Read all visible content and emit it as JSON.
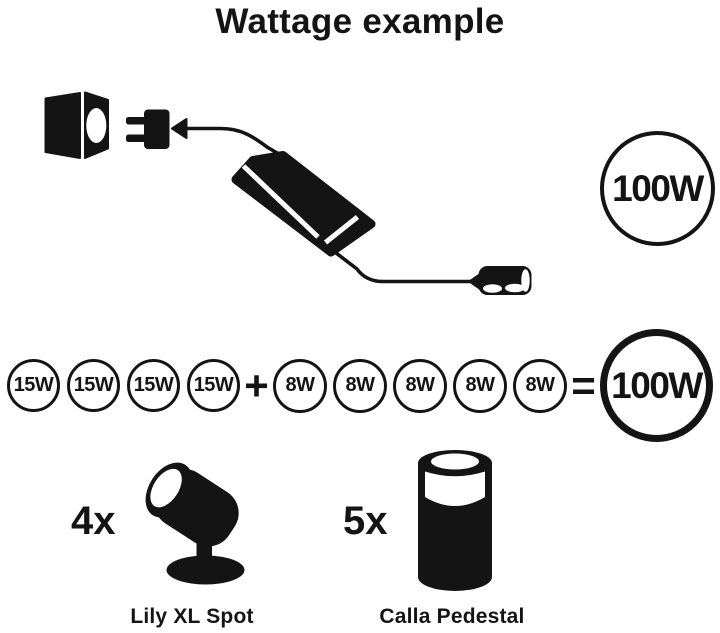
{
  "title": "Wattage example",
  "colors": {
    "ink": "#141414",
    "background": "#ffffff"
  },
  "power_supply": {
    "capacity_label": "100W",
    "icons": [
      "wall-socket-icon",
      "power-plug-icon",
      "power-adapter-icon",
      "low-voltage-connector-icon"
    ]
  },
  "equation": {
    "spot_wattages": [
      "15W",
      "15W",
      "15W",
      "15W"
    ],
    "plus_sign": "+",
    "pedestal_wattages": [
      "8W",
      "8W",
      "8W",
      "8W",
      "8W"
    ],
    "equals_sign": "=",
    "total_label": "100W"
  },
  "products": [
    {
      "quantity": "4x",
      "name": "Lily XL Spot",
      "icon": "spotlight-icon"
    },
    {
      "quantity": "5x",
      "name": "Calla Pedestal",
      "icon": "pedestal-icon"
    }
  ]
}
